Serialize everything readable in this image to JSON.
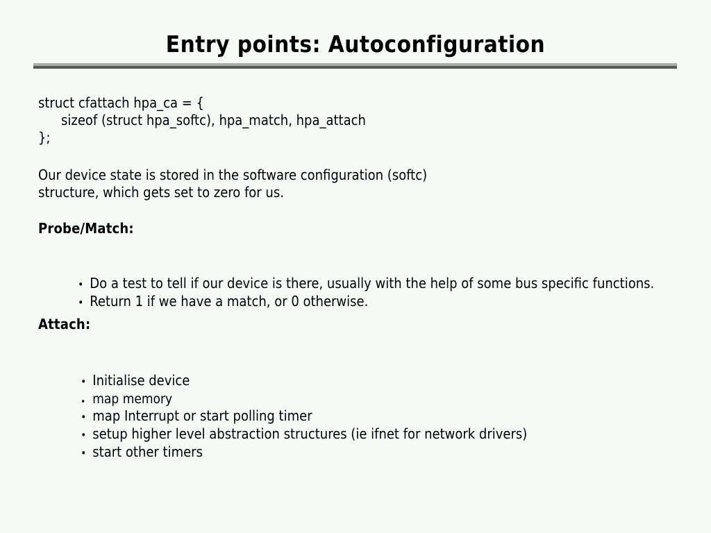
{
  "slide": {
    "title": "Entry points: Autoconfiguration",
    "background_color": "#f5faf7",
    "text_color": "#000000",
    "rule_light_color": "#a9aeab",
    "rule_dark_color": "#555a57",
    "code": [
      "struct cfattach hpa_ca = {",
      "sizeof (struct hpa_softc), hpa_match, hpa_attach",
      "};"
    ],
    "paragraph": [
      "Our device state is stored in the software configuration (softc)",
      "structure, which gets set to zero for us."
    ],
    "sections": [
      {
        "heading": "Probe/Match:",
        "bullets": [
          "Do a test to tell if our device is there, usually with the help of some bus specific functions.",
          "Return 1 if we have a match, or 0 otherwise."
        ]
      },
      {
        "heading": "Attach:",
        "bullets": [
          "Initialise device",
          "map memory",
          "map Interrupt or start polling timer",
          "setup higher level abstraction structures (ie ifnet for network drivers)",
          "start other timers"
        ]
      }
    ],
    "bullet_glyph": "•"
  }
}
